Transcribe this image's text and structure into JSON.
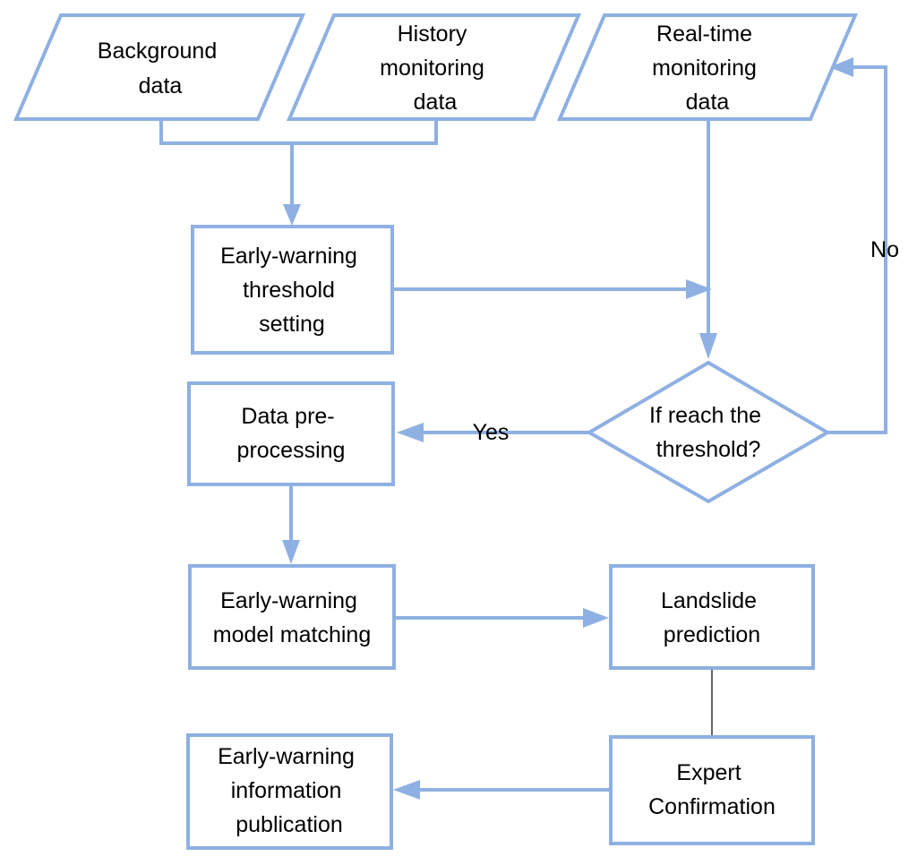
{
  "nodes": {
    "background": {
      "lines": [
        "Background",
        "data"
      ]
    },
    "history": {
      "lines": [
        "History",
        "monitoring",
        "data"
      ]
    },
    "realtime": {
      "lines": [
        "Real-time",
        "monitoring",
        "data"
      ]
    },
    "threshold_setting": {
      "lines": [
        "Early-warning",
        "threshold",
        "setting"
      ]
    },
    "decision": {
      "lines": [
        "If reach the",
        "threshold?"
      ]
    },
    "preprocessing": {
      "lines": [
        "Data pre-",
        "processing"
      ]
    },
    "model_matching": {
      "lines": [
        "Early-warning",
        "model matching"
      ]
    },
    "landslide_prediction": {
      "lines": [
        "Landslide",
        "prediction"
      ]
    },
    "expert_confirmation": {
      "lines": [
        "Expert",
        "Confirmation"
      ]
    },
    "publication": {
      "lines": [
        "Early-warning",
        "information",
        "publication"
      ]
    }
  },
  "edge_labels": {
    "yes": "Yes",
    "no": "No"
  },
  "colors": {
    "stroke": "#8eb0e2",
    "text": "#000000",
    "connector": "#000000"
  }
}
